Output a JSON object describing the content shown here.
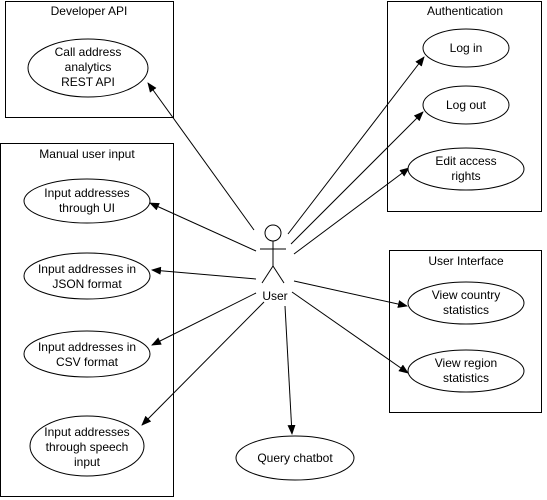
{
  "groups": {
    "developer_api": {
      "title": "Developer API"
    },
    "authentication": {
      "title": "Authentication"
    },
    "manual_input": {
      "title": "Manual user input"
    },
    "user_interface": {
      "title": "User Interface"
    }
  },
  "actor": {
    "label": "User"
  },
  "use_cases": {
    "call_api": {
      "lines": [
        "Call address",
        "analytics",
        "REST API"
      ]
    },
    "log_in": {
      "lines": [
        "Log in"
      ]
    },
    "log_out": {
      "lines": [
        "Log out"
      ]
    },
    "edit_access": {
      "lines": [
        "Edit access",
        "rights"
      ]
    },
    "input_ui": {
      "lines": [
        "Input addresses",
        "through UI"
      ]
    },
    "input_json": {
      "lines": [
        "Input addresses in",
        "JSON format"
      ]
    },
    "input_csv": {
      "lines": [
        "Input addresses in",
        "CSV format"
      ]
    },
    "input_speech": {
      "lines": [
        "Input addresses",
        "through speech",
        "input"
      ]
    },
    "view_country": {
      "lines": [
        "View country",
        "statistics"
      ]
    },
    "view_region": {
      "lines": [
        "View region",
        "statistics"
      ]
    },
    "query_chatbot": {
      "lines": [
        "Query chatbot"
      ]
    }
  }
}
